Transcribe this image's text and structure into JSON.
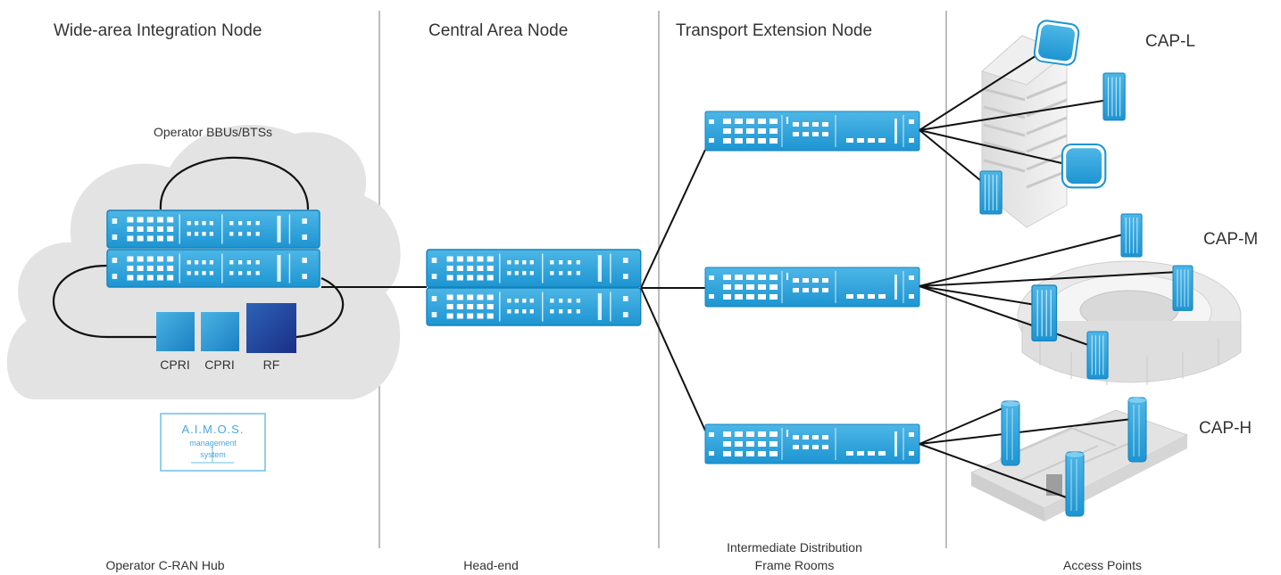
{
  "columns": {
    "wide_area": {
      "title": "Wide-area Integration Node",
      "footer": "Operator C-RAN Hub"
    },
    "central": {
      "title": "Central Area Node",
      "footer": "Head-end"
    },
    "transport": {
      "title": "Transport Extension Node",
      "footer_line1": "Intermediate Distribution",
      "footer_line2": "Frame Rooms"
    },
    "access": {
      "footer": "Access Points"
    }
  },
  "cloud": {
    "label": "Operator BBUs/BTSs",
    "modules": [
      "CPRI",
      "CPRI",
      "RF"
    ]
  },
  "aimos": {
    "line1": "A.I.M.O.S.",
    "line2": "management",
    "line3": "system"
  },
  "access_points": [
    "CAP-L",
    "CAP-M",
    "CAP-H"
  ],
  "colors": {
    "accent": "#29a3dc",
    "accent_light": "#6ec3ec",
    "rf_dark": "#1f3f9a",
    "cloud": "#e4e4e4",
    "divider": "#bdbdbd"
  }
}
